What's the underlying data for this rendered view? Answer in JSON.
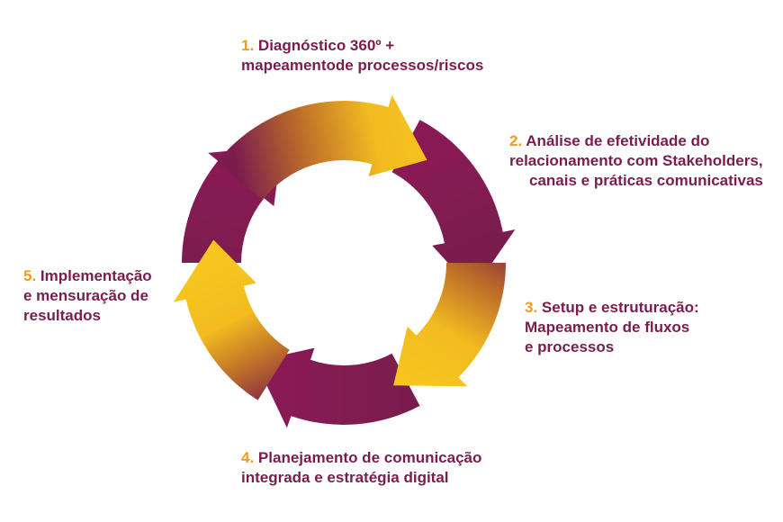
{
  "colors": {
    "purple": "#7a1d4e",
    "yellow": "#f7c51f",
    "number_orange": "#f29a1b",
    "background": "#ffffff"
  },
  "steps": [
    {
      "number": "1.",
      "lines": [
        "Diagnóstico 360º +",
        "mapeamentode processos/riscos"
      ]
    },
    {
      "number": "2.",
      "lines": [
        "Análise de efetividade do",
        "relacionamento com Stakeholders,",
        "canais e práticas comunicativas"
      ]
    },
    {
      "number": "3.",
      "lines": [
        "Setup e estruturação:",
        "Mapeamento de fluxos",
        "e processos"
      ]
    },
    {
      "number": "4.",
      "lines": [
        "Planejamento de comunicação",
        "integrada e estratégia digital"
      ]
    },
    {
      "number": "5.",
      "lines": [
        "Implementação",
        "e mensuração de",
        "resultados"
      ]
    }
  ]
}
